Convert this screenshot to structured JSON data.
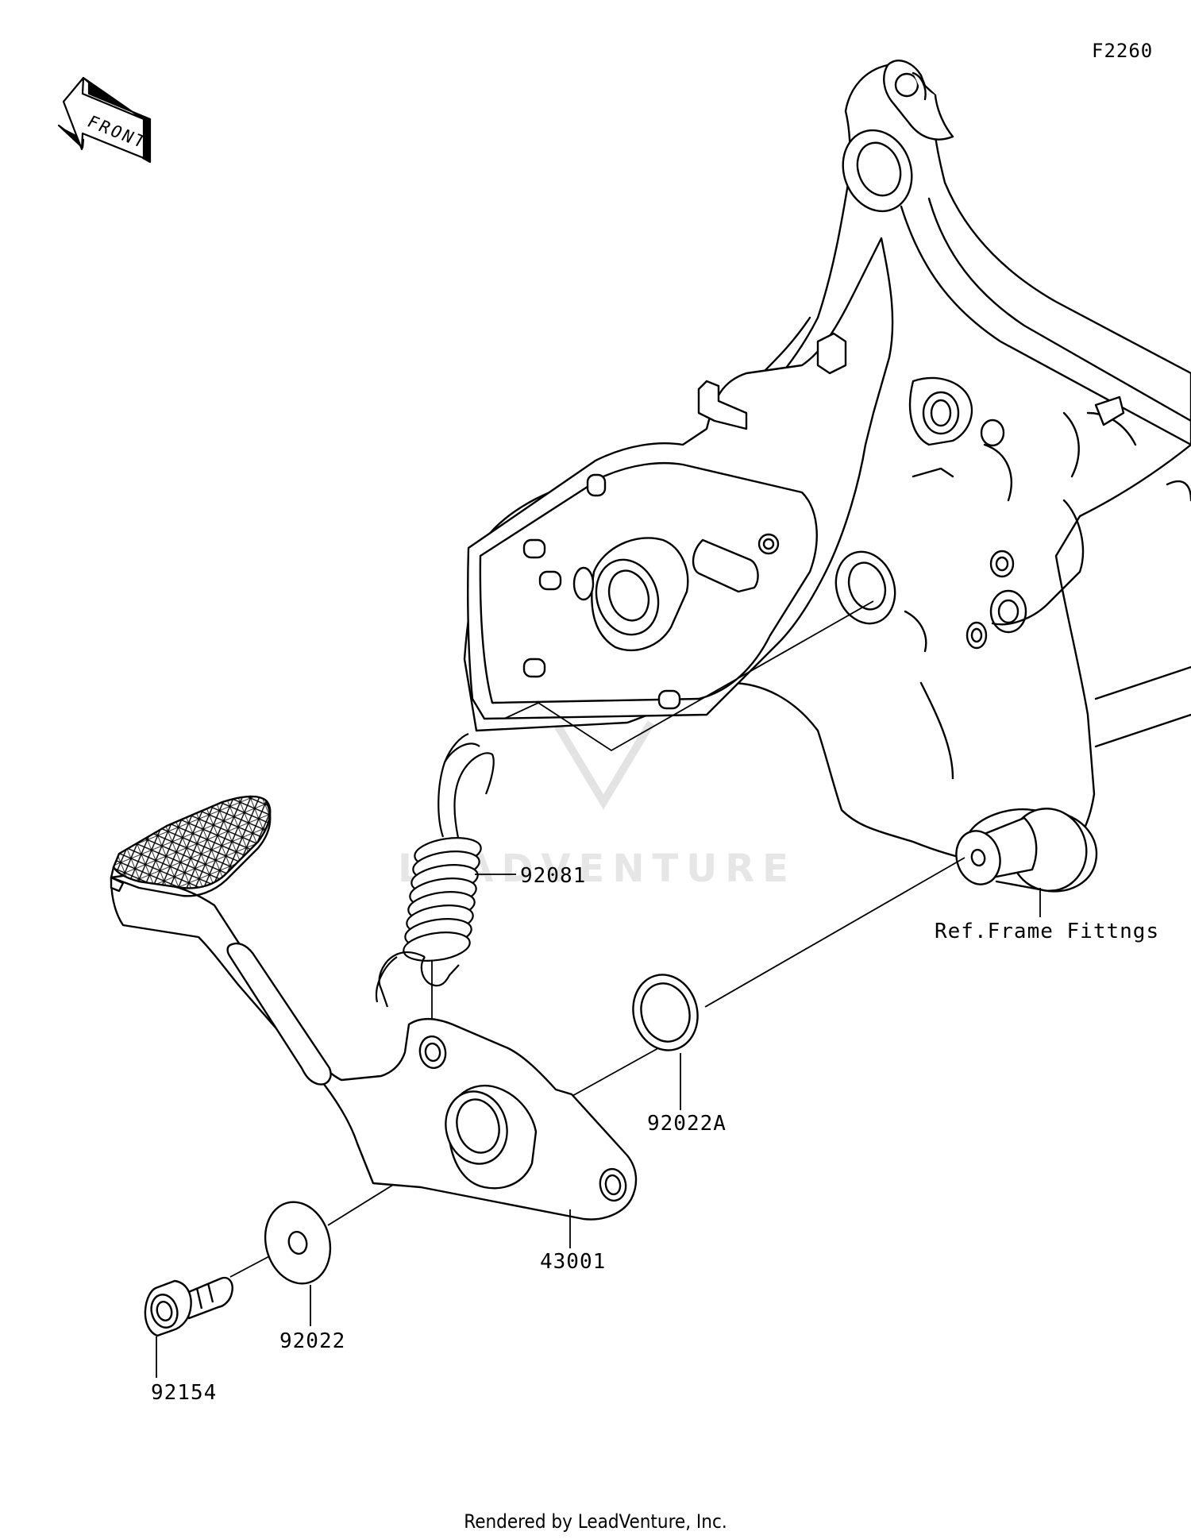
{
  "figure_code": "F2260",
  "front_arrow": {
    "label": "FRONT",
    "icon": "front-direction-arrow-icon"
  },
  "watermark": {
    "text": "LEADVENTURE",
    "icon": "leadventure-logo-icon"
  },
  "parts": [
    {
      "id": "spring",
      "number": "92081"
    },
    {
      "id": "washer-a",
      "number": "92022A"
    },
    {
      "id": "pedal",
      "number": "43001"
    },
    {
      "id": "washer",
      "number": "92022"
    },
    {
      "id": "bolt",
      "number": "92154"
    }
  ],
  "reference": {
    "label": "Ref.Frame Fittngs"
  },
  "footer": {
    "text": "Rendered by LeadVenture, Inc."
  },
  "colors": {
    "line": "#000000",
    "background": "#ffffff",
    "watermark": "#e6e6e6"
  }
}
